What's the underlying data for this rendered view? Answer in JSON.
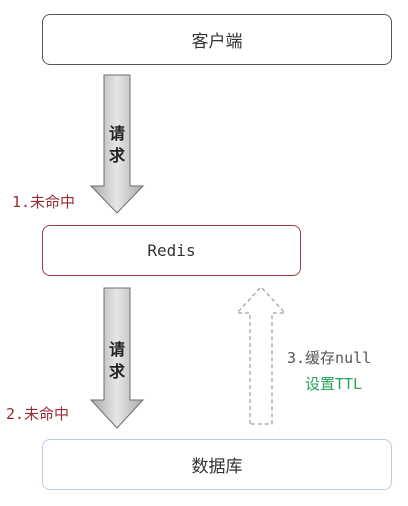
{
  "nodes": {
    "client": "客户端",
    "redis": "Redis",
    "database": "数据库"
  },
  "arrows": {
    "request_1": "请求",
    "request_2": "请求"
  },
  "notes": {
    "miss_1": "1.未命中",
    "miss_2": "2.未命中",
    "cache_null": "3.缓存null",
    "set_ttl": "设置TTL"
  },
  "colors": {
    "miss_text": "#9a2a35",
    "ttl_text": "#2aa05a",
    "redis_border": "#9a3a45",
    "db_border": "#b8cde6",
    "arrow_fill": "#d0d0d0"
  }
}
